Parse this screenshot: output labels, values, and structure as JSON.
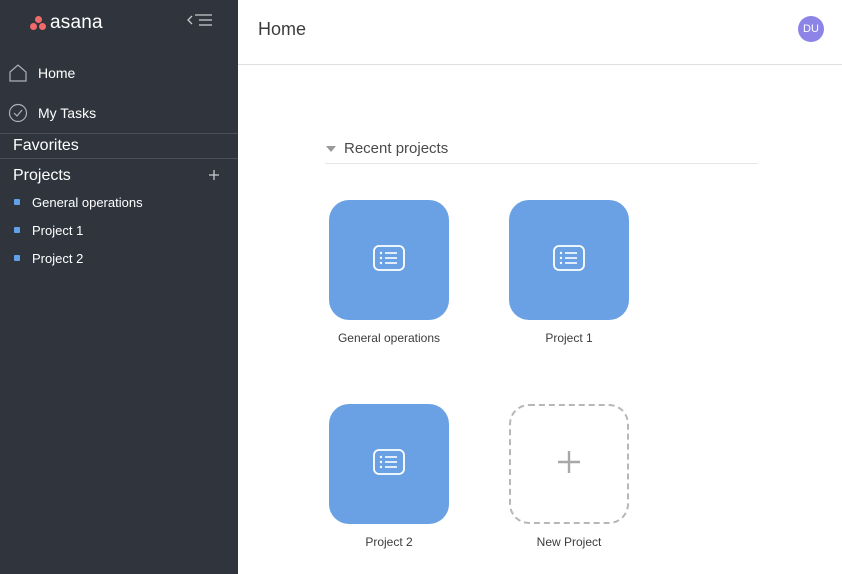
{
  "app": {
    "logo_text": "asana",
    "logo_color": "#f06a6a"
  },
  "sidebar": {
    "nav": [
      {
        "label": "Home",
        "icon": "home-icon"
      },
      {
        "label": "My Tasks",
        "icon": "check-circle-icon"
      }
    ],
    "favorites_title": "Favorites",
    "projects_title": "Projects",
    "projects": [
      {
        "label": "General operations"
      },
      {
        "label": "Project 1"
      },
      {
        "label": "Project 2"
      }
    ]
  },
  "header": {
    "title": "Home",
    "avatar_initials": "DU",
    "avatar_color": "#8d84e8"
  },
  "recent": {
    "title": "Recent projects",
    "projects": [
      {
        "label": "General operations",
        "color": "#6aa1e4",
        "icon": "list-icon"
      },
      {
        "label": "Project 1",
        "color": "#6aa1e4",
        "icon": "list-icon"
      },
      {
        "label": "Project 2",
        "color": "#6aa1e4",
        "icon": "list-icon"
      }
    ],
    "new_project_label": "New Project"
  }
}
